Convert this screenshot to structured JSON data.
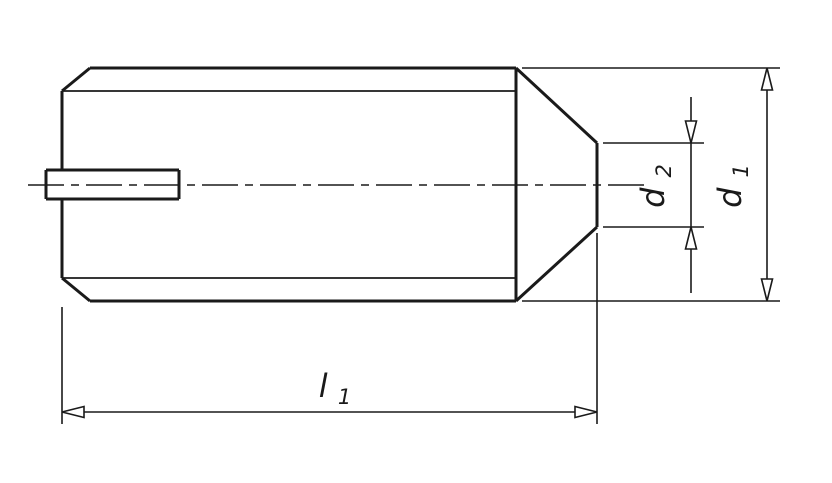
{
  "drawing": {
    "background_color": "#ffffff",
    "line_color": "#1a1a1a",
    "labels": {
      "length": {
        "symbol": "l",
        "subscript": "1"
      },
      "diameter_outer": {
        "symbol": "d",
        "subscript": "1"
      },
      "diameter_point": {
        "symbol": "d",
        "subscript": "2"
      }
    }
  }
}
